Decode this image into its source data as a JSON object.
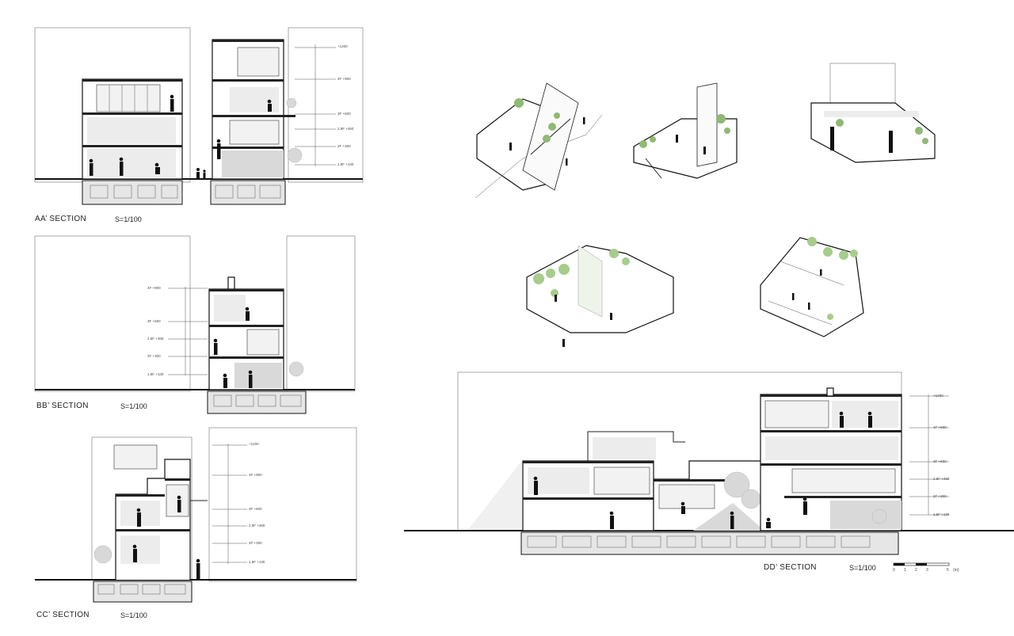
{
  "sections": {
    "aa": {
      "title": "AA’ SECTION",
      "scale": "S=1/100"
    },
    "bb": {
      "title": "BB’ SECTION",
      "scale": "S=1/100"
    },
    "cc": {
      "title": "CC’ SECTION",
      "scale": "S=1/100"
    },
    "dd": {
      "title": "DD’ SECTION",
      "scale": "S=1/100"
    }
  },
  "levels_full": [
    "+1200",
    "4F +900",
    "3F +600",
    "2.5F +460",
    "2F +300",
    "1.5F +130"
  ],
  "levels_bb": [
    "4F +900",
    "3F +600",
    "2.5F +460",
    "2F +300",
    "1.5F +130"
  ],
  "scalebar": {
    "ticks": [
      "0",
      "1",
      "2",
      "3",
      "5"
    ],
    "unit": "(m)"
  },
  "colors": {
    "ink": "#111111",
    "plant": "#8fb974",
    "tone": "#ececec"
  }
}
